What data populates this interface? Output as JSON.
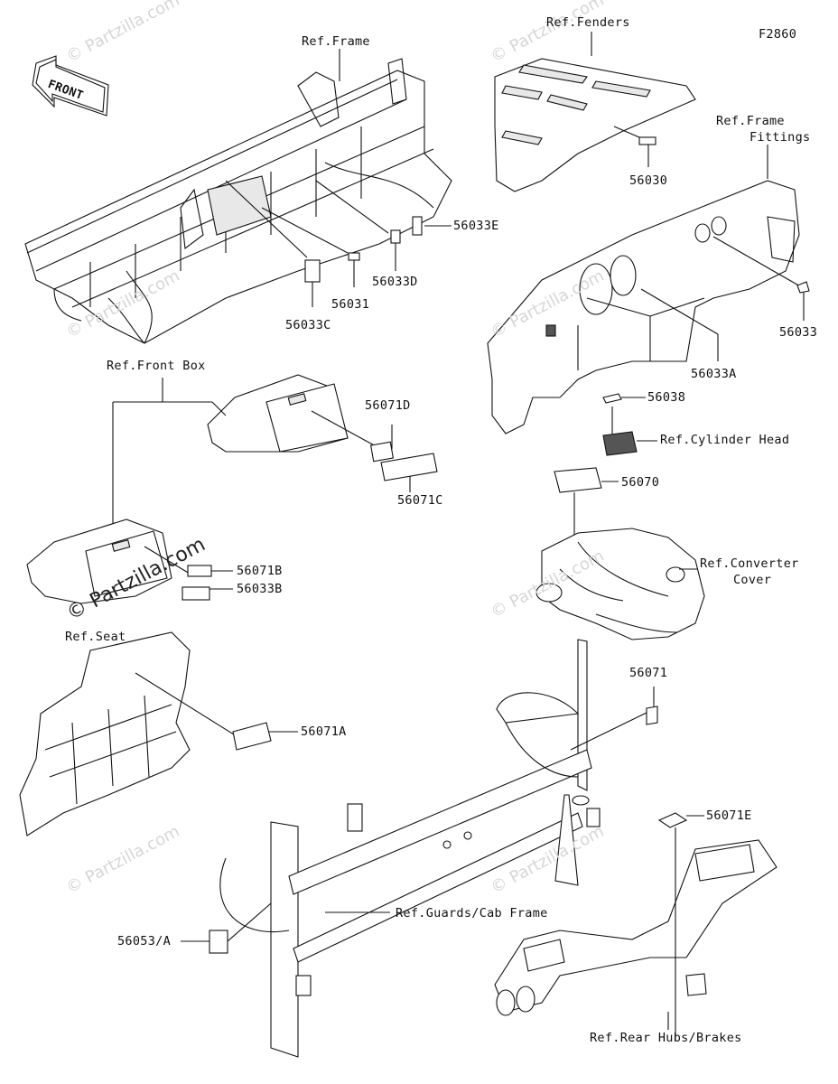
{
  "figure_code": "F2860",
  "front_arrow": "FRONT",
  "watermark": "© Partzilla.com",
  "refs": {
    "frame": "Ref.Frame",
    "fenders": "Ref.Fenders",
    "frame_fittings_1": "Ref.Frame",
    "frame_fittings_2": "Fittings",
    "front_box": "Ref.Front Box",
    "cylinder_head": "Ref.Cylinder Head",
    "converter_cover_1": "Ref.Converter",
    "converter_cover_2": "Cover",
    "seat": "Ref.Seat",
    "guards_cab_frame": "Ref.Guards/Cab Frame",
    "rear_hubs_brakes": "Ref.Rear Hubs/Brakes"
  },
  "parts": {
    "p56033E": "56033E",
    "p56033D": "56033D",
    "p56031": "56031",
    "p56033C": "56033C",
    "p56030": "56030",
    "p56033": "56033",
    "p56033A": "56033A",
    "p56038": "56038",
    "p56070": "56070",
    "p56071D": "56071D",
    "p56071C": "56071C",
    "p56071B": "56071B",
    "p56033B": "56033B",
    "p56071A": "56071A",
    "p56071": "56071",
    "p56071E": "56071E",
    "p56053A": "56053/A"
  }
}
